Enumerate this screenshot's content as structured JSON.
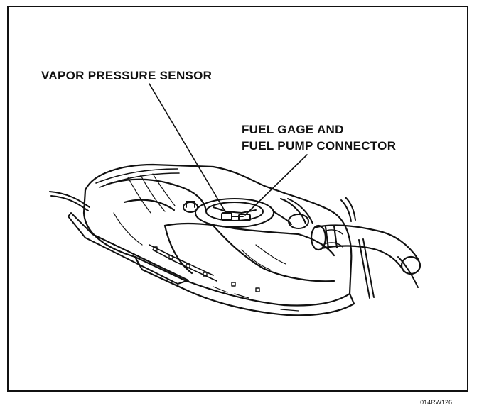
{
  "labels": {
    "vapor_pressure_sensor": "VAPOR PRESSURE SENSOR",
    "fuel_gage_line1": "FUEL GAGE AND",
    "fuel_gage_line2": "FUEL PUMP CONNECTOR"
  },
  "figure_code": "014RW126"
}
